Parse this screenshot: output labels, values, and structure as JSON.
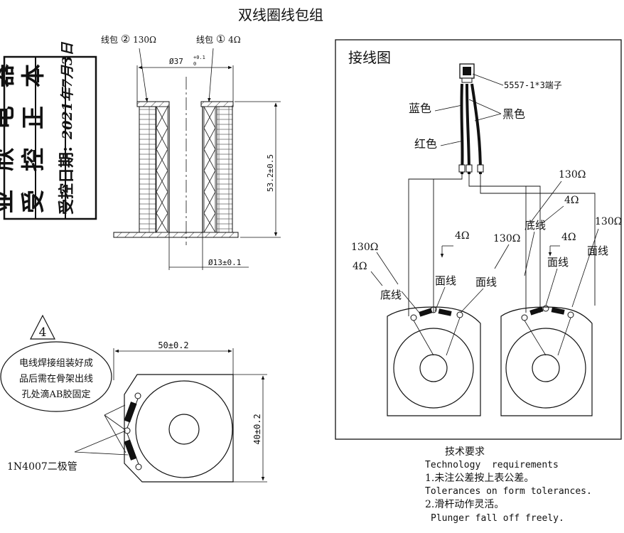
{
  "title": "双线圈线包组",
  "section_view": {
    "coil2_label": "线包",
    "coil2_mark": "②",
    "coil2_resistance": "130Ω",
    "coil1_label": "线包",
    "coil1_mark": "①",
    "coil1_resistance": "4Ω",
    "diameter_outer": "Ø37",
    "diameter_outer_tol_upper": "+0.1",
    "diameter_outer_tol_lower": "0",
    "height_dim": "53.2±0.5",
    "diameter_inner": "Ø13±0.1"
  },
  "stamp": {
    "line1": "亚欣电器",
    "line2": "受控正本",
    "date_prefix": "受控日期:",
    "date_handwritten": "2021年7月3日"
  },
  "note": {
    "number": "4",
    "lines": [
      "电线焊接组装好成",
      "品后需在骨架出线",
      "孔处滴AB胶固定"
    ]
  },
  "top_view": {
    "width_dim": "50±0.2",
    "height_dim": "40±0.2",
    "diode_label": "1N4007二极管"
  },
  "wiring": {
    "title": "接线图",
    "connector_label": "5557-1*3端子",
    "blue": "蓝色",
    "black": "黑色",
    "red": "红色",
    "r130": "130Ω",
    "r4": "4Ω",
    "bottom_wire": "底线",
    "top_wire": "面线"
  },
  "tech": {
    "title_cn": "技术要求",
    "title_en": "Technology  requirements",
    "item1_cn": "1.未注公差按上表公差。",
    "item1_en": "Tolerances on form tolerances.",
    "item2_cn": "2.滑杆动作灵活。",
    "item2_en": "Plunger fall off freely."
  }
}
